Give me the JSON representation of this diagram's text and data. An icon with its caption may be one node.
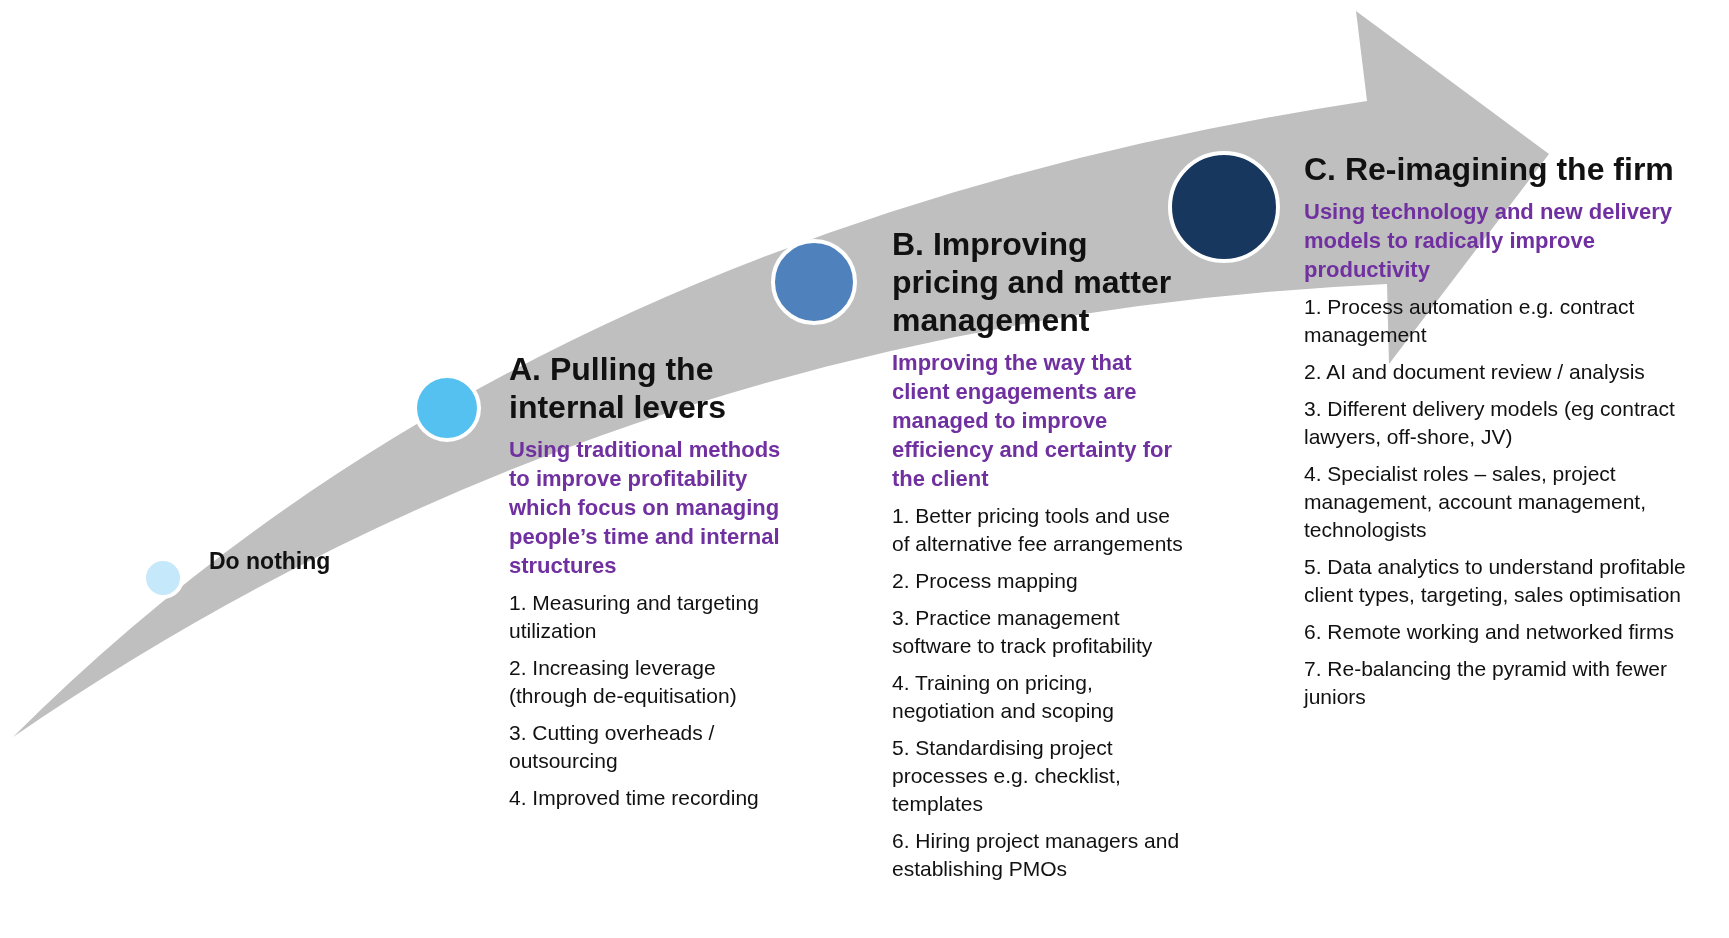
{
  "diagram": {
    "nodes": [
      {
        "text": [],
        "shape": "circle"
      },
      {
        "text": [
          "Do nothing"
        ]
      },
      {
        "text": [],
        "shape": "circle"
      },
      {
        "text": [
          "A. Pulling the internal levers",
          "Using traditional methods to improve profitability which focus on managing people’s time and internal structures",
          "1. Measuring and targeting utilization",
          "2.  Increasing leverage (through de-equitisation)",
          "3. Cutting overheads / outsourcing",
          "4. Improved time recording"
        ]
      },
      {
        "text": [],
        "shape": "circle"
      },
      {
        "text": [
          "B. Improving pricing and matter management",
          "Improving the way that client engagements are managed to improve efficiency and certainty for the client",
          "1. Better pricing tools and use of alternative fee arrangements",
          "2. Process mapping",
          "3. Practice management software to track profitability",
          "4.  Training on pricing, negotiation and scoping",
          "5. Standardising project processes e.g. checklist, templates",
          "6. Hiring project managers and establishing PMOs"
        ]
      },
      {
        "text": [],
        "shape": "circle"
      },
      {
        "text": [
          "C. Re-imagining the firm",
          "Using technology and new delivery models to radically improve productivity",
          "1. Process automation e.g. contract management",
          "2. AI and document review / analysis",
          "3. Different delivery models (eg contract lawyers, off-shore, JV)",
          "4. Specialist roles – sales, project management, account management, technologists",
          "5. Data analytics to understand profitable client types, targeting, sales optimisation",
          "6. Remote working and networked firms",
          "7. Re-balancing the pyramid with fewer juniors"
        ]
      }
    ]
  }
}
